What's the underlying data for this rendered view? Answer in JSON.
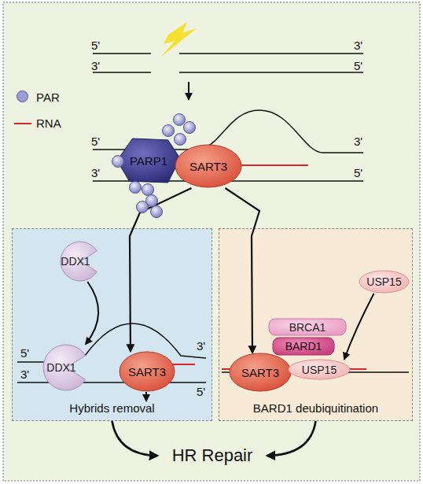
{
  "diagram": {
    "nodes": [
      {
        "text": [
          "PARP1"
        ]
      },
      {
        "text": [
          "SART3"
        ]
      },
      {
        "text": [
          "Hybrids removal"
        ]
      },
      {
        "text": [
          "DDX1"
        ],
        "in": 2
      },
      {
        "text": [
          "DDX1"
        ],
        "in": 2
      },
      {
        "text": [
          "SART3"
        ],
        "in": 2
      },
      {
        "text": [
          "BARD1 deubiquitination"
        ]
      },
      {
        "text": [
          "USP15"
        ],
        "in": 6
      },
      {
        "text": [
          "BRCA1"
        ],
        "in": 6
      },
      {
        "text": [
          "BARD1"
        ],
        "in": 6
      },
      {
        "text": [
          "SART3"
        ],
        "in": 6
      },
      {
        "text": [
          "USP15"
        ],
        "in": 6
      },
      {
        "text": [
          "HR Repair"
        ]
      }
    ],
    "edges": [
      {
        "from": 1,
        "to": 5,
        "arrow": "to"
      },
      {
        "from": 3,
        "to": 4,
        "arrow": "to"
      },
      {
        "from": 1,
        "to": 10,
        "arrow": "to"
      },
      {
        "from": 7,
        "to": 11,
        "arrow": "to"
      },
      {
        "from": 2,
        "to": 12,
        "arrow": "to"
      },
      {
        "from": 6,
        "to": 12,
        "arrow": "to"
      }
    ],
    "labels": [
      "5'",
      "3'",
      "3'",
      "5'",
      "5'",
      "3'",
      "3'",
      "5'",
      "5'",
      "3'",
      "3'",
      "5'"
    ],
    "legend": [
      {
        "text": "PAR",
        "color": "#9b9dd0"
      },
      {
        "text": "RNA"
      }
    ]
  }
}
